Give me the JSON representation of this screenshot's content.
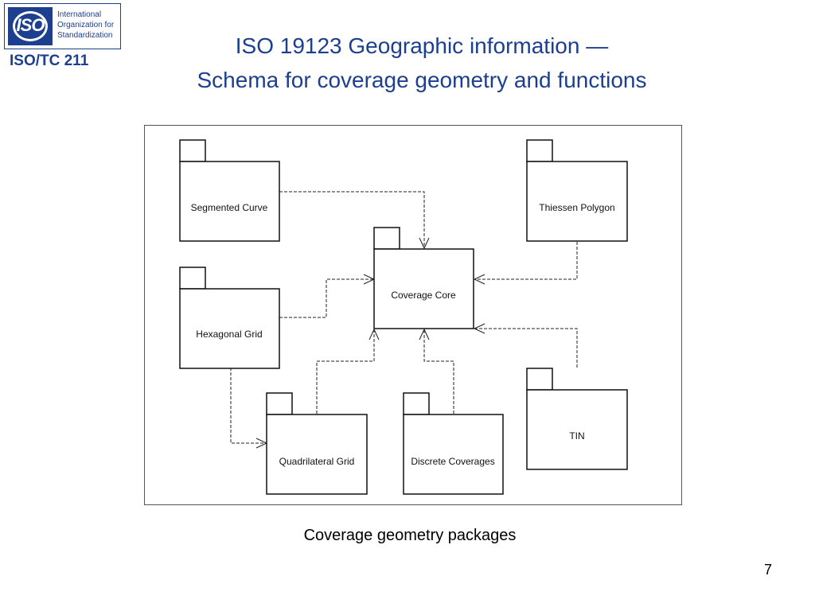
{
  "logo": {
    "abbr": "ISO",
    "lines": [
      "International",
      "Organization for",
      "Standardization"
    ]
  },
  "committee": "ISO/TC 211",
  "title": {
    "line1": "ISO 19123 Geographic information —",
    "line2": "Schema for coverage geometry and functions"
  },
  "diagram": {
    "packages": {
      "segmented_curve": "Segmented Curve",
      "thiessen_polygon": "Thiessen Polygon",
      "coverage_core": "Coverage Core",
      "hexagonal_grid": "Hexagonal Grid",
      "quadrilateral_grid": "Quadrilateral Grid",
      "discrete_coverages": "Discrete Coverages",
      "tin": "TIN"
    }
  },
  "caption": "Coverage geometry packages",
  "page_number": "7",
  "colors": {
    "brand": "#1d3f8f"
  }
}
